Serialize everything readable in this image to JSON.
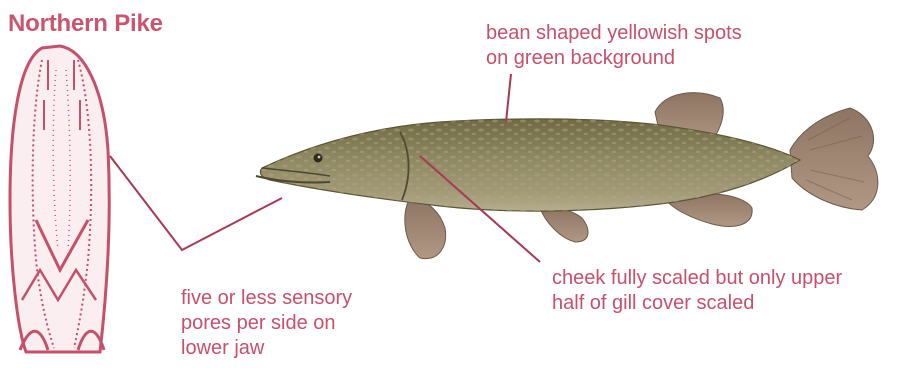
{
  "title": "Northern Pike",
  "colors": {
    "label": "#c7506a",
    "title": "#c9566e",
    "pointer_line": "#a63a55",
    "fish_body": "#8f8a63",
    "fish_fin": "#9c7f69",
    "jaw_outline": "#c5506a"
  },
  "labels": {
    "spots": {
      "line1": "bean shaped yellowish spots",
      "line2": "on green background"
    },
    "cheek": {
      "line1": "cheek fully scaled but only upper",
      "line2": "half of gill cover scaled"
    },
    "pores": {
      "line1": "five or less sensory",
      "line2": "pores per side on",
      "line3": "lower jaw"
    }
  }
}
